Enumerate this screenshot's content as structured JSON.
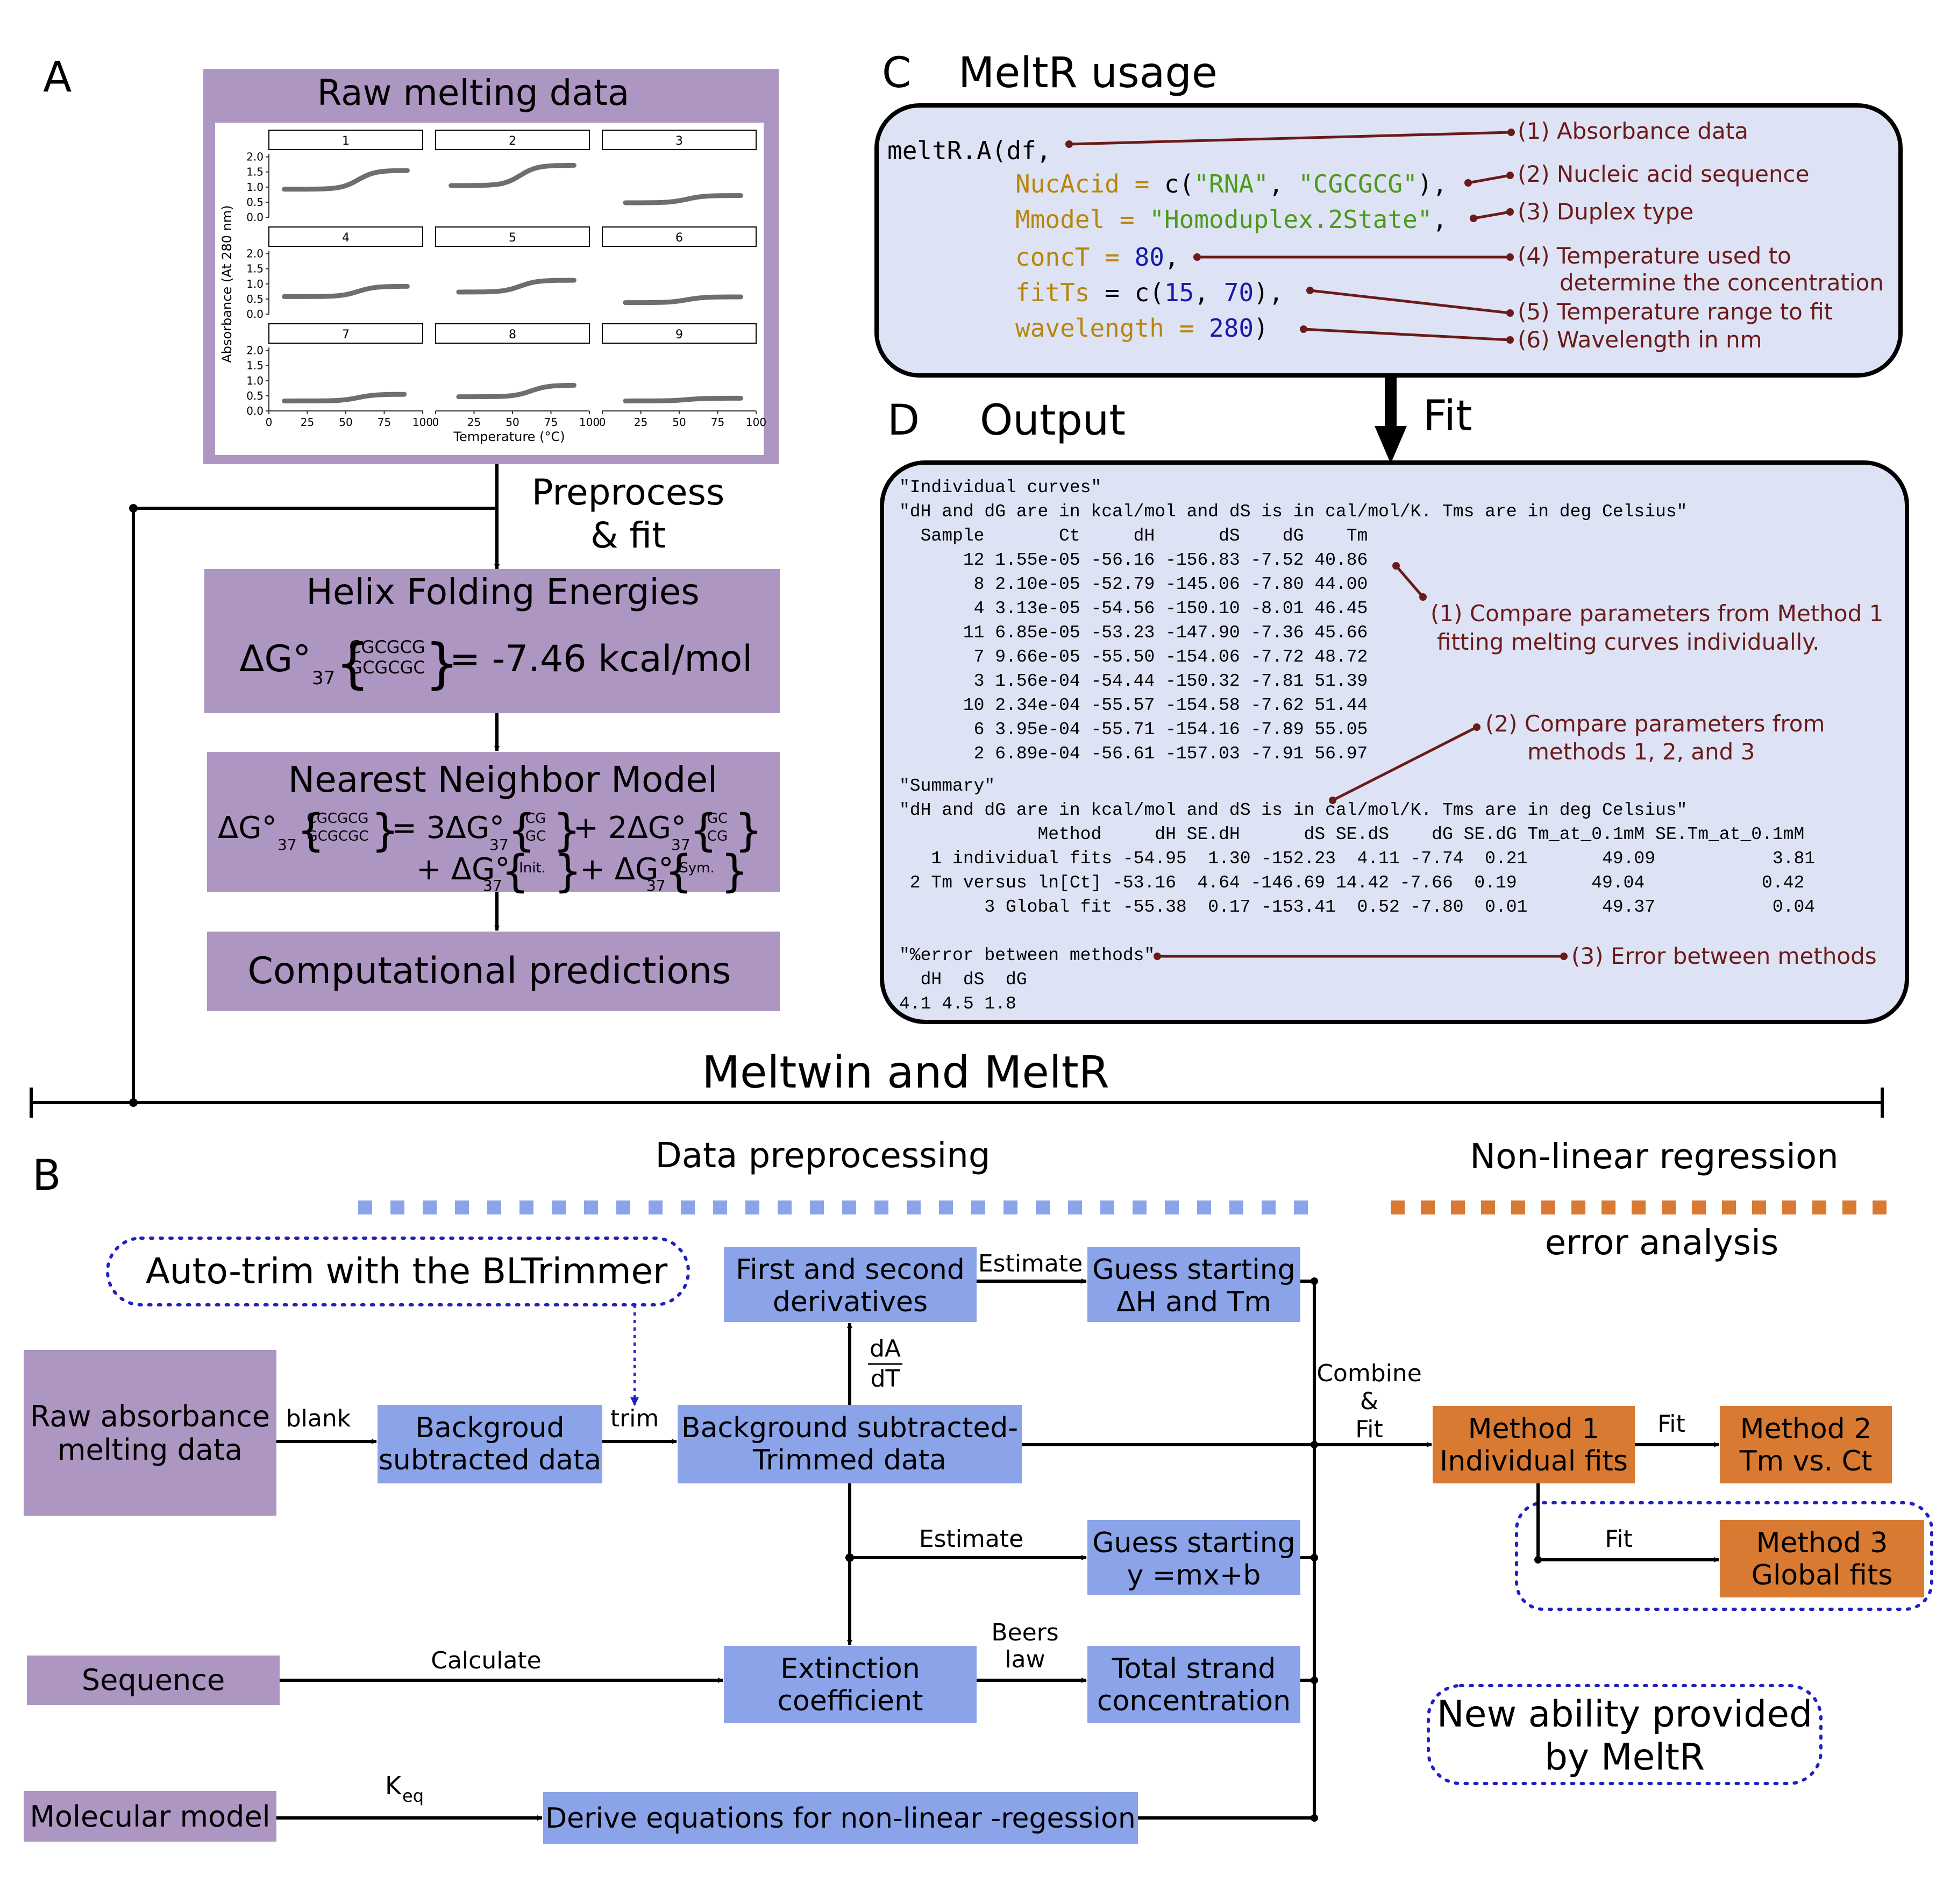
{
  "panel_a": {
    "letter": "A",
    "raw_title": "Raw melting data",
    "preprocess_label_1": "Preprocess",
    "preprocess_label_2": "& fit",
    "helix_title": "Helix Folding Energies",
    "helix_dg": "ΔG°",
    "helix_sub": "37",
    "helix_top": "CGCGCG",
    "helix_bottom": "GCGCGC",
    "helix_value": "= -7.46 kcal/mol",
    "nn_title": "Nearest Neighbor Model",
    "nn_eq_a": "= 3ΔG°",
    "nn_top1": "CG",
    "nn_bot1": "GC",
    "nn_eq_b": "+ 2ΔG°",
    "nn_top2": "GC",
    "nn_bot2": "CG",
    "nn_eq_c": "+ ΔG°",
    "nn_init": "Init.",
    "nn_eq_d": "+ ΔG°",
    "nn_sym": "Sym.",
    "comp_title": "Computational predictions"
  },
  "chart_data": {
    "type": "line",
    "xlabel": "Temperature (°C)",
    "ylabel": "Absorbance (At 280 nm)",
    "facets": [
      "1",
      "2",
      "3",
      "4",
      "5",
      "6",
      "7",
      "8",
      "9"
    ],
    "xticks": [
      "0",
      "25",
      "50",
      "75",
      "100"
    ],
    "yticks": [
      "0.0",
      "0.5",
      "1.0",
      "1.5",
      "2.0"
    ],
    "xlim": [
      0,
      100
    ],
    "ylim": [
      0,
      2.1
    ],
    "curves": [
      {
        "facet": "1",
        "low": 0.93,
        "high": 1.55,
        "tm": 58,
        "x0": 10,
        "x1": 90
      },
      {
        "facet": "2",
        "low": 1.05,
        "high": 1.72,
        "tm": 55,
        "x0": 10,
        "x1": 90
      },
      {
        "facet": "3",
        "low": 0.48,
        "high": 0.72,
        "tm": 55,
        "x0": 15,
        "x1": 90
      },
      {
        "facet": "4",
        "low": 0.58,
        "high": 0.92,
        "tm": 58,
        "x0": 10,
        "x1": 90
      },
      {
        "facet": "5",
        "low": 0.73,
        "high": 1.12,
        "tm": 55,
        "x0": 15,
        "x1": 90
      },
      {
        "facet": "6",
        "low": 0.38,
        "high": 0.57,
        "tm": 55,
        "x0": 15,
        "x1": 90
      },
      {
        "facet": "7",
        "low": 0.33,
        "high": 0.55,
        "tm": 58,
        "x0": 10,
        "x1": 88
      },
      {
        "facet": "8",
        "low": 0.47,
        "high": 0.85,
        "tm": 62,
        "x0": 15,
        "x1": 90
      },
      {
        "facet": "9",
        "low": 0.33,
        "high": 0.42,
        "tm": 55,
        "x0": 15,
        "x1": 90
      }
    ]
  },
  "panel_c": {
    "letter": "C",
    "title": "MeltR usage",
    "code": {
      "l1": "meltR.A(df,",
      "l2a": "NucAcid",
      "l2b": " = ",
      "l2c": "c(",
      "l2d": "\"RNA\"",
      "l2e": ", ",
      "l2f": "\"CGCGCG\"",
      "l2g": "),",
      "l3a": "Mmodel",
      "l3b": " = ",
      "l3c": "\"Homoduplex.2State\"",
      "l3d": ",",
      "l4a": "concT",
      "l4b": " = ",
      "l4c": "80",
      "l4d": ",",
      "l5a": "fitTs",
      "l5b": " = c(",
      "l5c": "15",
      "l5d": ", ",
      "l5e": "70",
      "l5f": "),",
      "l6a": "wavelength",
      "l6b": " = ",
      "l6c": "280",
      "l6d": ")"
    },
    "annotations": [
      "(1) Absorbance data",
      "(2) Nucleic acid sequence",
      "(3) Duplex type",
      "(4) Temperature used to",
      "determine the concentration",
      "(5) Temperature range to fit",
      "(6) Wavelength in nm"
    ],
    "fit_label": "Fit"
  },
  "panel_d": {
    "letter": "D",
    "title": "Output",
    "lines": [
      "\"Individual curves\"",
      "\"dH and dG are in kcal/mol and dS is in cal/mol/K. Tms are in deg Celsius\"",
      "  Sample       Ct     dH      dS    dG    Tm",
      "      12 1.55e-05 -56.16 -156.83 -7.52 40.86",
      "       8 2.10e-05 -52.79 -145.06 -7.80 44.00",
      "       4 3.13e-05 -54.56 -150.10 -8.01 46.45",
      "      11 6.85e-05 -53.23 -147.90 -7.36 45.66",
      "       7 9.66e-05 -55.50 -154.06 -7.72 48.72",
      "       3 1.56e-04 -54.44 -150.32 -7.81 51.39",
      "      10 2.34e-04 -55.57 -154.58 -7.62 51.44",
      "       6 3.95e-04 -55.71 -154.16 -7.89 55.05",
      "       2 6.89e-04 -56.61 -157.03 -7.91 56.97",
      "\"Summary\"",
      "\"dH and dG are in kcal/mol and dS is in cal/mol/K. Tms are in deg Celsius\"",
      "             Method     dH SE.dH      dS SE.dS    dG SE.dG Tm_at_0.1mM SE.Tm_at_0.1mM",
      "   1 individual fits -54.95  1.30 -152.23  4.11 -7.74  0.21       49.09           3.81",
      " 2 Tm versus ln[Ct] -53.16  4.64 -146.69 14.42 -7.66  0.19       49.04           0.42",
      "        3 Global fit -55.38  0.17 -153.41  0.52 -7.80  0.01       49.37           0.04",
      "\"%error between methods\"",
      "  dH  dS  dG",
      "4.1 4.5 1.8"
    ],
    "annotations": [
      "(1) Compare parameters from Method 1",
      "fitting melting curves individually.",
      "(2) Compare parameters from",
      "methods 1, 2, and 3",
      "(3) Error between methods"
    ]
  },
  "divider_title": "Meltwin and MeltR",
  "panel_b": {
    "letter": "B",
    "header_pre": "Data preprocessing",
    "header_nlr": "Non-linear regression",
    "header_err": "error analysis",
    "auto_trim": "Auto-trim with the BLTrimmer",
    "raw_abs_1": "Raw absorbance",
    "raw_abs_2": "melting data",
    "blank": "blank",
    "bg_sub_1": "Backgroud",
    "bg_sub_2": "subtracted data",
    "trim": "trim",
    "bg_trim_1": "Background subtracted-",
    "bg_trim_2": "Trimmed data",
    "deriv_1": "First and second",
    "deriv_2": "derivatives",
    "da": "dA",
    "dt": "dT",
    "estimate_1": "Estimate",
    "guess_dh_1": "Guess starting",
    "guess_dh_2": "ΔH and Tm",
    "estimate_2": "Estimate",
    "guess_y_1": "Guess starting",
    "guess_y_2": "y =mx+b",
    "sequence": "Sequence",
    "calculate": "Calculate",
    "ext_1": "Extinction",
    "ext_2": "coefficient",
    "beers_1": "Beers",
    "beers_2": "law",
    "total_1": "Total strand",
    "total_2": "concentration",
    "mol_model": "Molecular model",
    "keq_k": "K",
    "keq_sub": "eq",
    "derive": "Derive equations for non-linear -regession",
    "combine_1": "Combine",
    "combine_2": "&",
    "combine_3": "Fit",
    "m1_1": "Method 1",
    "m1_2": "Individual fits",
    "fit_a": "Fit",
    "m2_1": "Method 2",
    "m2_2": "Tm vs. Ct",
    "fit_b": "Fit",
    "m3_1": "Method 3",
    "m3_2": "Global fits",
    "new_1": "New ability provided",
    "new_2": "by MeltR"
  },
  "colors": {
    "purple": "#ae96c2",
    "blue": "#8ba3e8",
    "orange": "#d87a32",
    "panel_bg": "#dde3f4",
    "annot": "#6b1a1a",
    "dots_blue": "#2020c0",
    "code_kw": "#b8860b",
    "code_str": "#4c9a1a",
    "code_num": "#1a1aa8"
  }
}
